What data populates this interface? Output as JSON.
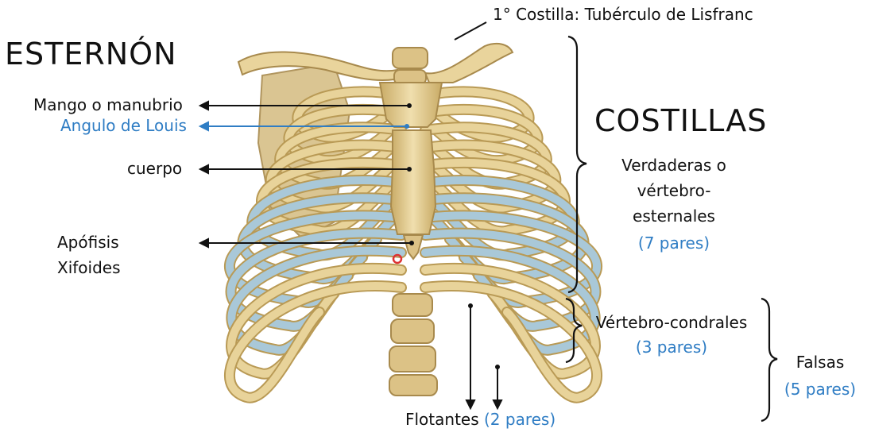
{
  "sternum": {
    "title": "ESTERNÓN",
    "manubrium": "Mango o  manubrio",
    "angle": "Angulo de Louis",
    "body": "cuerpo",
    "xiphoid_line1": "Apófisis",
    "xiphoid_line2": "Xifoides"
  },
  "first_rib": "1° Costilla: Tubérculo de Lisfranc",
  "ribs": {
    "title": "COSTILLAS",
    "true_line1": "Verdaderas o",
    "true_line2": "vértebro-",
    "true_line3": "esternales",
    "true_count": "(7 pares)",
    "vc_label": "Vértebro-condrales",
    "vc_count": "(3 pares)",
    "false_label": "Falsas",
    "false_count": "(5 pares)",
    "floating_label": "Flotantes",
    "floating_count": "(2 pares)"
  },
  "colors": {
    "bone": "#e8d39a",
    "bone_dark": "#b99a55",
    "cartilage": "#a9c8d8",
    "label_blue": "#2f7dc4",
    "pointer": "#d33"
  }
}
